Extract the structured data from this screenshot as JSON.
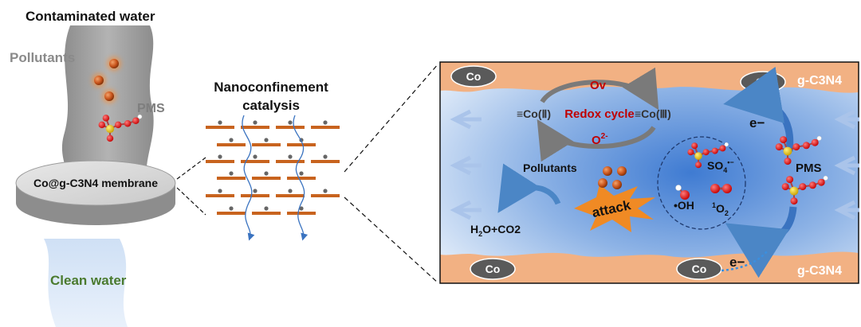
{
  "left_panel": {
    "title": "Contaminated water",
    "pollutants_label": "Pollutants",
    "pms_label": "PMS",
    "membrane_label": "Co@g-C3N4 membrane",
    "clean_water_label": "Clean water"
  },
  "middle_panel": {
    "title_line1": "Nanoconfinement",
    "title_line2": "catalysis"
  },
  "right_panel": {
    "co_label": "Co",
    "gcn_label": "g-C3N4",
    "ov_label": "Ov",
    "co2_label": "≡Co(Ⅱ)",
    "co3_label": "≡Co(Ⅲ)",
    "redox_label": "Redox cycle",
    "o2minus_label": "O",
    "o2minus_sup": "2-",
    "electron_label": "e−",
    "pollutants_label": "Pollutants",
    "so4_label": "SO",
    "so4_sub": "4",
    "so4_sup": "•−",
    "oh_label": "•OH",
    "singlet_label": "O",
    "singlet_sup": "1",
    "singlet_sub": "2",
    "pms_label": "PMS",
    "attack_label": "attack",
    "products_label": "H",
    "products_sub": "2",
    "products_rest": "O+CO2"
  },
  "colors": {
    "co_bubble": "#5a5a5a",
    "gcn_layer": "#f2b183",
    "nanosheet": "#c8631e",
    "pollutant": "#c8541b",
    "accent_red": "#c00000",
    "arrow_blue": "#4b86c6",
    "clean_water_text": "#4a7a2e"
  }
}
